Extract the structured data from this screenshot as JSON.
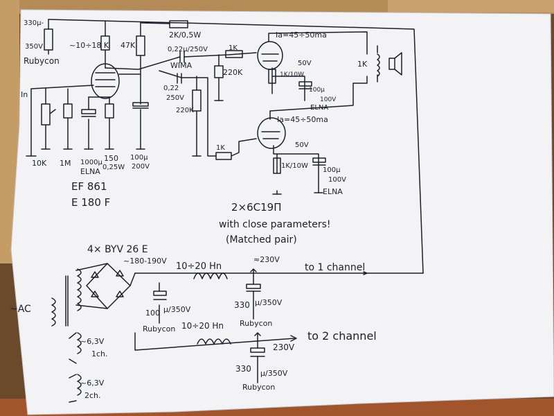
{
  "photo": {
    "background_color": "#6b4a2c",
    "paper_color": "#f3f3f6",
    "ink_color": "#1b1f2a"
  },
  "input": {
    "cap_value": "330μ-",
    "cap_voltage": "350V",
    "cap_brand": "Rubycon",
    "in_label": "In"
  },
  "stage1": {
    "plate_res": "~10÷18 K",
    "screen_res": "47K",
    "grid_pot": "10K",
    "grid_res": "1M",
    "cathode_cap": "1000μ",
    "cathode_cap_brand": "ELNA",
    "cathode_res": "150",
    "cathode_res_power": "0,25W",
    "screen_cap": "100μ",
    "screen_cap_voltage": "200V",
    "tube1": "EF 861",
    "tube2": "E 180 F"
  },
  "coupling": {
    "series_res": "2K/0,5W",
    "cap1": "0,22μ/250V",
    "cap1_brand": "WIMA",
    "cap2": "0,22",
    "cap2_rating": "250V",
    "grid_leak_top": "220K",
    "grid_stop_top": "1K",
    "grid_leak_bottom": "220K",
    "grid_stop_bottom": "1K"
  },
  "output": {
    "ia_top": "Ia=45÷50ma",
    "ia_bottom": "Ia=45÷50ma",
    "cath_res_top": "1K/10W",
    "cath_res_bottom": "1K/10W",
    "volt_top": "50V",
    "volt_bottom": "50V",
    "cath_cap_top": "100μ",
    "cath_cap_top_voltage": "100V",
    "cath_cap_top_brand": "ELNA",
    "cath_cap_bottom": "100μ",
    "cath_cap_bottom_voltage": "100V",
    "cath_cap_bottom_brand": "ELNA",
    "speaker_res": "1K",
    "tubes_line1": "2×6C19П",
    "tubes_line2": "with close parameters!",
    "tubes_line3": "(Matched pair)"
  },
  "psu": {
    "diodes": "4× BYV 26 E",
    "raw_voltage": "~180-190V",
    "mains": "~AC",
    "choke1": "10÷20 Hn",
    "choke2": "10÷20 Hn",
    "filter_cap": "100",
    "filter_cap_rating": "μ/350V",
    "filter_cap_brand": "Rubycon",
    "b_plus_1": "≈230V",
    "to_ch1": "to 1 channel",
    "cap_ch1": "330",
    "cap_ch1_rating": "μ/350V",
    "cap_ch1_brand": "Rubycon",
    "b_plus_2": "230V",
    "to_ch2": "to 2 channel",
    "cap_ch2": "330",
    "cap_ch2_rating": "μ/350V",
    "cap_ch2_brand": "Rubycon",
    "heater1_v": "~6,3V",
    "heater1_ch": "1ch.",
    "heater2_v": "~6,3V",
    "heater2_ch": "2ch."
  }
}
